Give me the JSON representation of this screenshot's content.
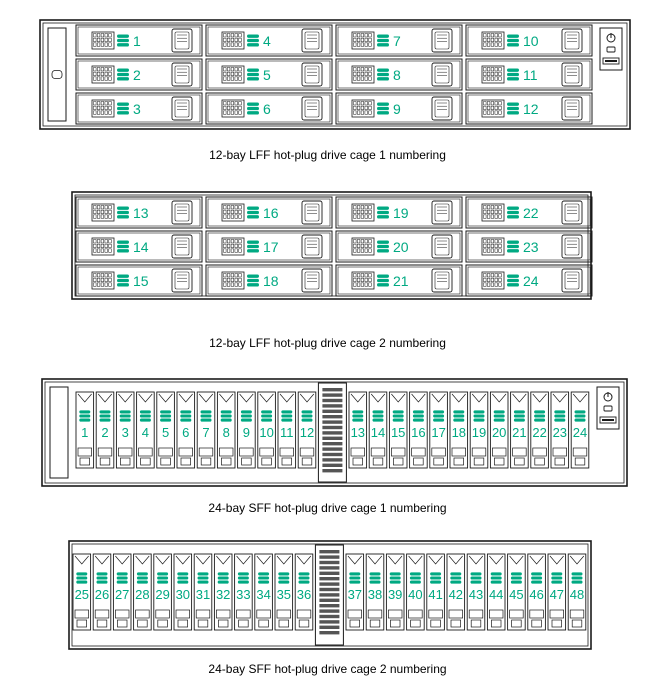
{
  "accent_color": "#00a982",
  "line_color": "#1a1a1a",
  "cages": [
    {
      "type": "lff",
      "caption": "12-bay LFF hot-plug drive cage 1 numbering",
      "bays": [
        1,
        2,
        3,
        4,
        5,
        6,
        7,
        8,
        9,
        10,
        11,
        12
      ],
      "front_panel": true
    },
    {
      "type": "lff",
      "caption": "12-bay LFF hot-plug drive cage 2 numbering",
      "bays": [
        13,
        14,
        15,
        16,
        17,
        18,
        19,
        20,
        21,
        22,
        23,
        24
      ],
      "front_panel": false
    },
    {
      "type": "sff",
      "caption": "24-bay SFF hot-plug drive cage 1 numbering",
      "bays": [
        1,
        2,
        3,
        4,
        5,
        6,
        7,
        8,
        9,
        10,
        11,
        12,
        13,
        14,
        15,
        16,
        17,
        18,
        19,
        20,
        21,
        22,
        23,
        24
      ],
      "front_panel": true
    },
    {
      "type": "sff",
      "caption": "24-bay SFF hot-plug drive cage 2 numbering",
      "bays": [
        25,
        26,
        27,
        28,
        29,
        30,
        31,
        32,
        33,
        34,
        35,
        36,
        37,
        38,
        39,
        40,
        41,
        42,
        43,
        44,
        45,
        46,
        47,
        48
      ],
      "front_panel": false
    }
  ],
  "icons": [
    "drive-status-icon",
    "power-button-icon",
    "uid-icon",
    "usb-port-icon"
  ]
}
